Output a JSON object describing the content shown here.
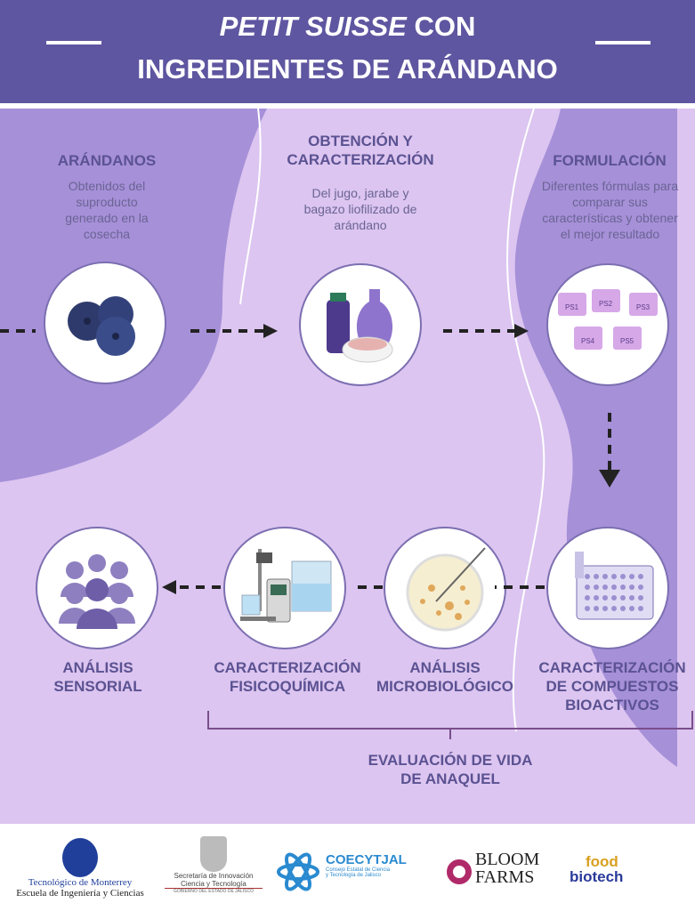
{
  "header": {
    "title_italic": "PETIT SUISSE",
    "title_rest": " CON",
    "title_line2": "INGREDIENTES DE ARÁNDANO"
  },
  "steps": [
    {
      "title": "ARÁNDANOS",
      "desc": "Obtenidos del suproducto generado en la cosecha",
      "icon": "blueberries-icon"
    },
    {
      "title": "OBTENCIÓN Y CARACTERIZACIÓN",
      "desc": "Del jugo, jarabe y bagazo liofilizado de arándano",
      "icon": "juice-syrup-bowl-icon"
    },
    {
      "title": "FORMULACIÓN",
      "desc": "Diferentes fórmulas para comparar sus características y obtener el mejor resultado",
      "icon": "yogurt-cups-icon",
      "labels": [
        "PS1",
        "PS2",
        "PS3",
        "PS4",
        "PS5"
      ]
    },
    {
      "title": "CARACTERIZACIÓN DE COMPUESTOS BIOACTIVOS",
      "icon": "microplate-icon"
    },
    {
      "title": "ANÁLISIS MICROBIOLÓGICO",
      "icon": "petri-dish-icon"
    },
    {
      "title": "CARACTERIZACIÓN FISICOQUÍMICA",
      "icon": "lab-equipment-icon"
    },
    {
      "title": "ANÁLISIS SENSORIAL",
      "icon": "people-group-icon"
    }
  ],
  "bracket_label": "EVALUACIÓN DE VIDA DE ANAQUEL",
  "footer": {
    "tec": {
      "line1": "Tecnológico de Monterrey",
      "line2": "Escuela de Ingeniería y Ciencias"
    },
    "sicyt": {
      "line1": "Secretaría de Innovación",
      "line2": "Ciencia y Tecnología",
      "line3": "GOBIERNO DEL ESTADO DE JALISCO"
    },
    "coecytjal": {
      "name": "COECYTJAL",
      "line1": "Consejo Estatal de Ciencia",
      "line2": "y Tecnología de Jalisco"
    },
    "bloom": {
      "line1": "BLOOM",
      "line2": "FARMS"
    },
    "foodbiotech": {
      "line1": "food",
      "line2": "biotech"
    }
  },
  "colors": {
    "header": "#5e56a0",
    "text": "#5b5292",
    "bg_light": "#dcc5f0",
    "bg_dark": "#a690d8"
  }
}
